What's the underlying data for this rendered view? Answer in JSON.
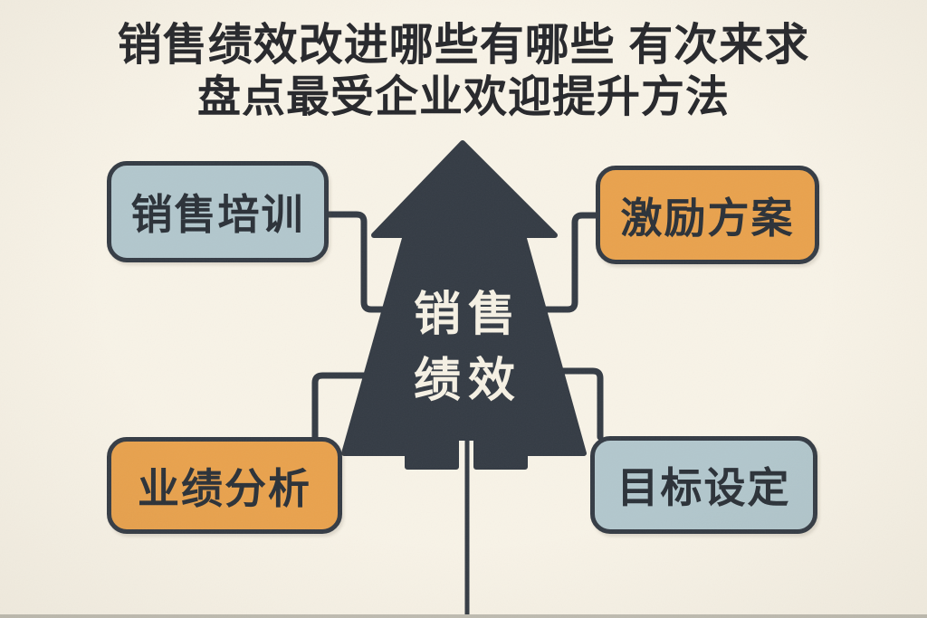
{
  "title": {
    "line1": "销售绩效改进哪些有哪些 有次来求",
    "line2": "盘点最受企业欢迎提升方法"
  },
  "center_arrow": {
    "label_line1": "销售",
    "label_line2": "绩效"
  },
  "nodes": {
    "top_left": {
      "label": "销售培训",
      "color_name": "blue-gray"
    },
    "top_right": {
      "label": "激励方案",
      "color_name": "orange"
    },
    "bottom_left": {
      "label": "业绩分析",
      "color_name": "orange"
    },
    "bottom_right": {
      "label": "目标设定",
      "color_name": "blue-gray"
    }
  },
  "colors": {
    "background": "#f8f3e7",
    "dark": "#343b44",
    "blue_gray_fill": "#b2c7cd",
    "orange_fill": "#e9a24d",
    "title_text": "#26272b",
    "box_text": "#2b3138",
    "arrow_text": "#f6f1e4",
    "bottom_strip": "#c0bdb2"
  }
}
